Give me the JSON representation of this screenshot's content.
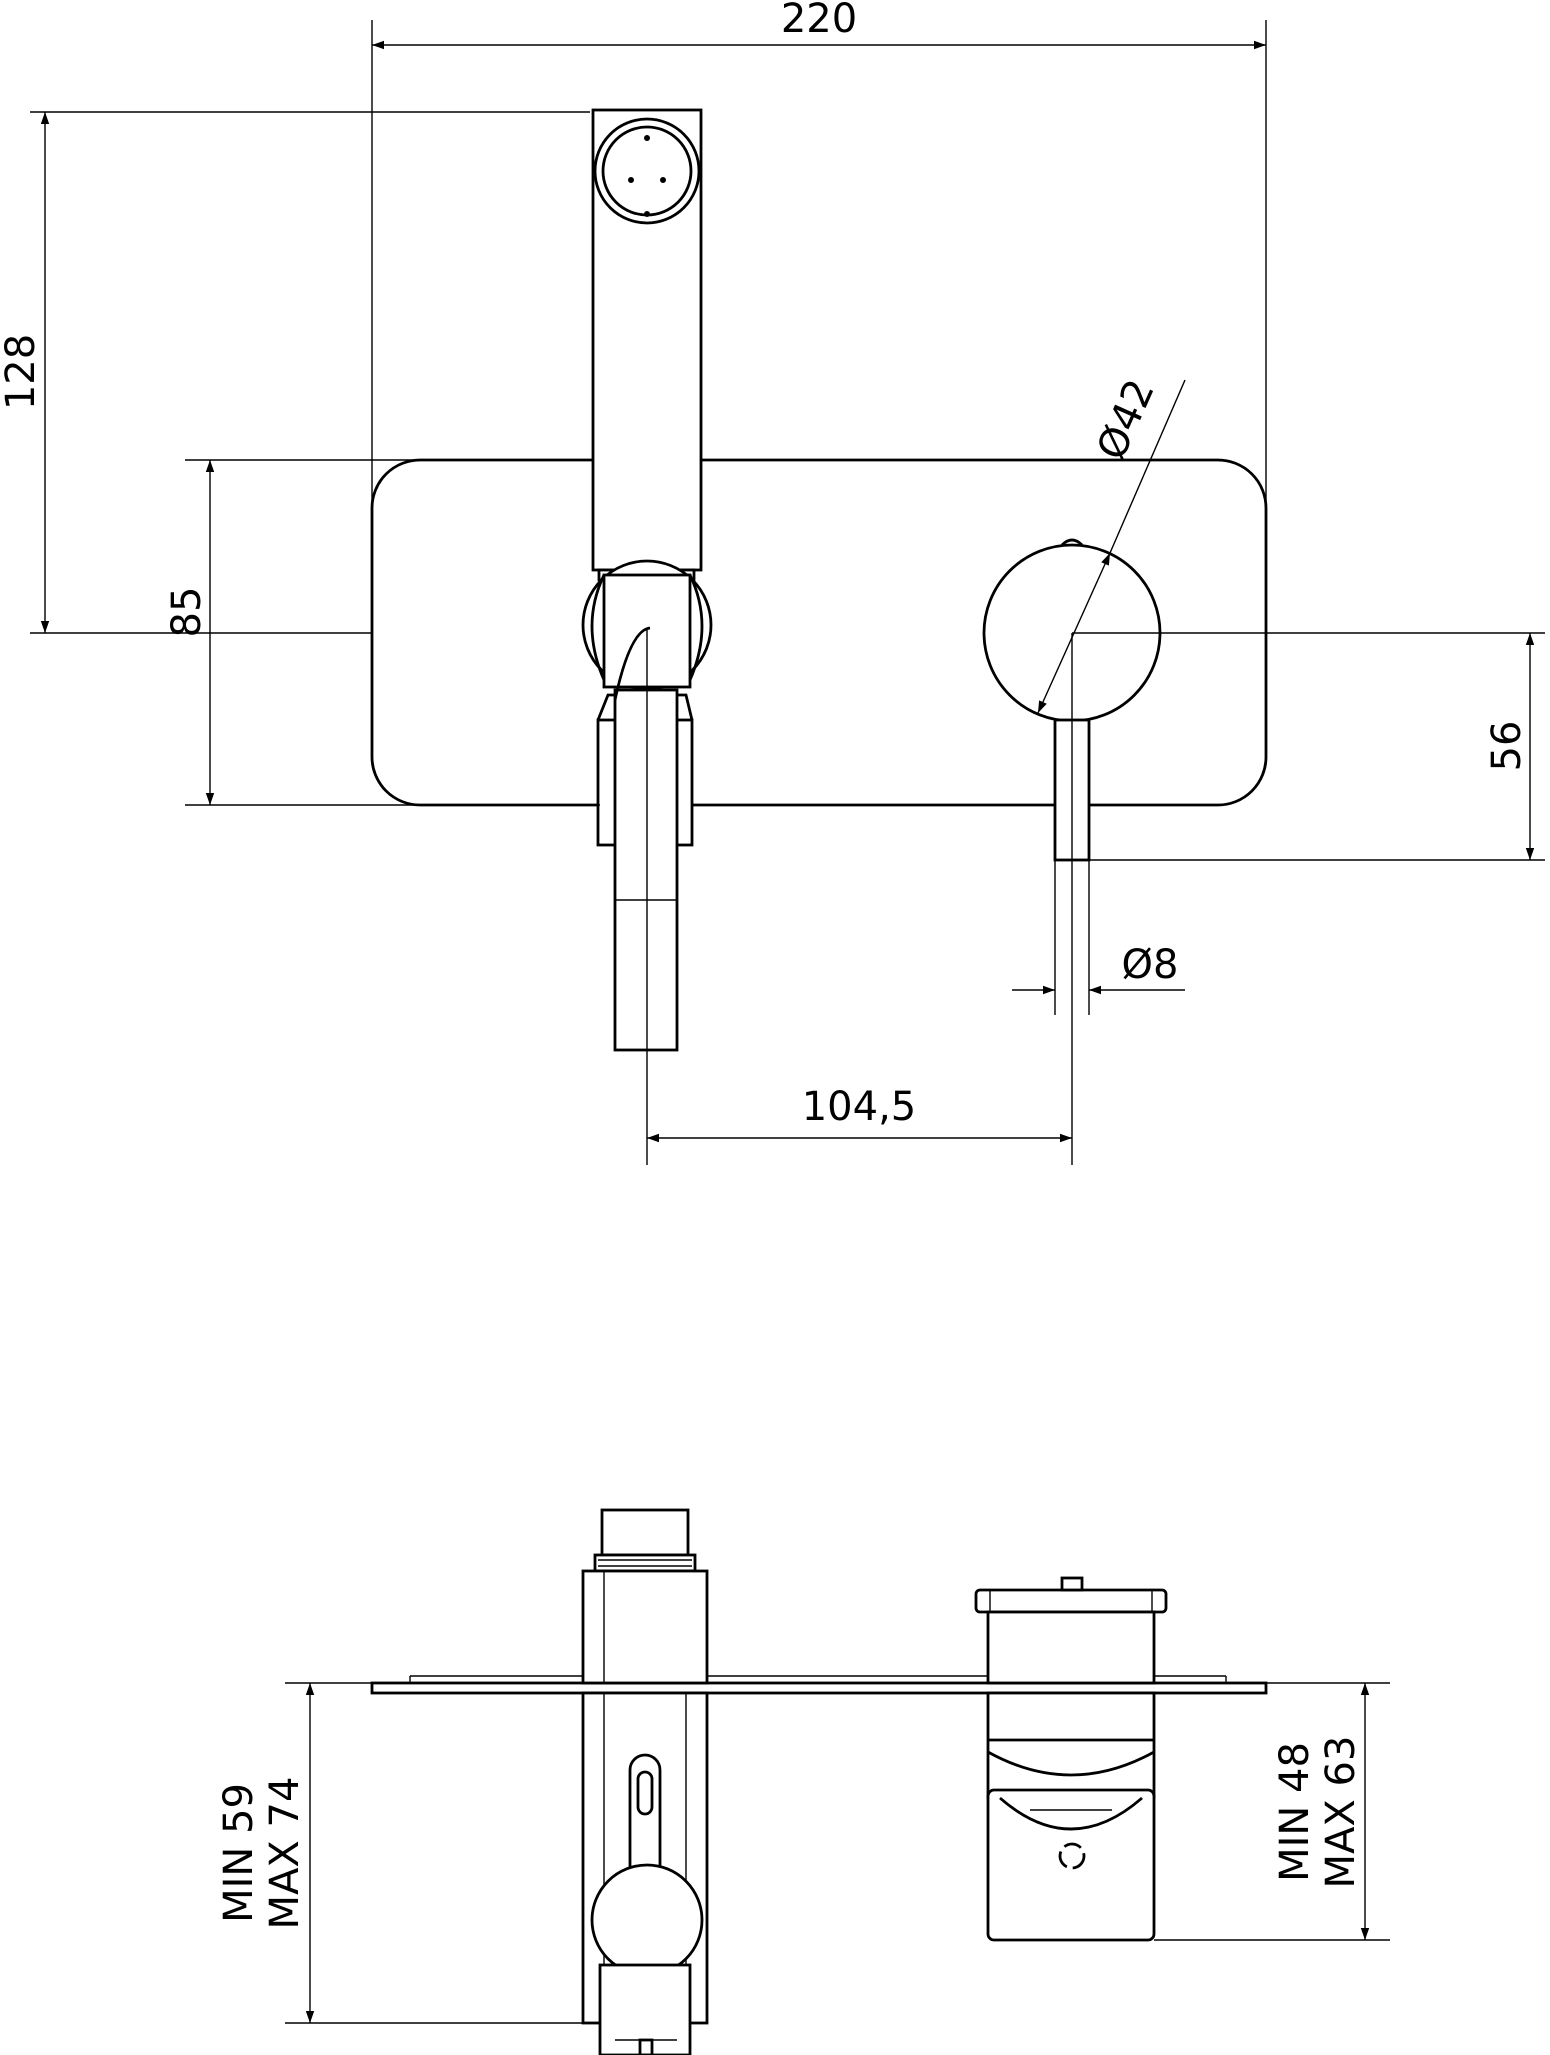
{
  "front_view": {
    "dimensions": {
      "overall_width": "220",
      "overall_height": "128",
      "plate_height": "85",
      "knob_diameter": "Ø42",
      "lever_drop": "56",
      "lever_diameter": "Ø8",
      "axis_spacing": "104,5"
    }
  },
  "side_view": {
    "dimensions": {
      "left_depth_min": "MIN 59",
      "left_depth_max": "MAX 74",
      "right_depth_min": "MIN 48",
      "right_depth_max": "MAX 63"
    }
  }
}
